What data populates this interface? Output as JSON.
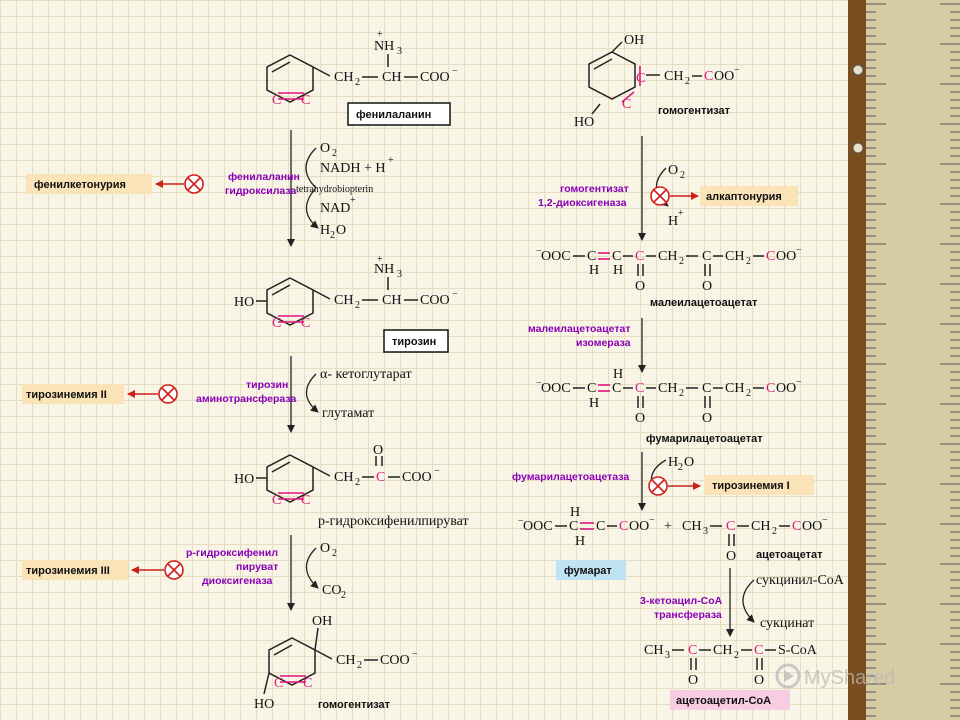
{
  "compounds": {
    "phenylalanine": "фенилаланин",
    "tyrosine": "тирозин",
    "hydroxyphenylpyruvate": "р-гидроксифенилпируват",
    "homogentisate": "гомогентизат",
    "maleylacetoacetate": "малеилацетоацетат",
    "fumarylacetoacetate": "фумарилацетоацетат",
    "fumarate": "фумарат",
    "acetoacetate": "ацетоацетат",
    "acetoacetyl_coa": "ацетоацетил-CoA"
  },
  "enzymes": {
    "phe_hydroxylase_1": "фенилаланин",
    "phe_hydroxylase_2": "гидроксилаза",
    "tyr_aminotransferase_1": "тирозин",
    "tyr_aminotransferase_2": "аминотрансфераза",
    "hpp_dioxygenase_1": "р-гидроксифенил",
    "hpp_dioxygenase_2": "пируват",
    "hpp_dioxygenase_3": "диоксигеназа",
    "hga_dioxygenase_1": "гомогентизат",
    "hga_dioxygenase_2": "1,2-диоксигеназа",
    "maa_isomerase_1": "малеилацетоацетат",
    "maa_isomerase_2": "изомераза",
    "faa_hydrolase": "фумарилацетоацетаза",
    "ketoacyl_transferase_1": "3-кетоацил-CoA",
    "ketoacyl_transferase_2": "трансфераза"
  },
  "diseases": {
    "phenylketonuria": "фенилкетонурия",
    "tyrosinemia_2": "тирозинемия II",
    "tyrosinemia_3": "тирозинемия III",
    "alkaptonuria": "алкаптонурия",
    "tyrosinemia_1": "тирозинемия I"
  },
  "cofactors": {
    "o2": "O",
    "o2_sub": "2",
    "nadh": "NADH + H",
    "bh4": "tetrahydrobiopterin",
    "nad": "NAD",
    "h2o_h": "H",
    "h2o_sub": "2",
    "h2o_o": "O",
    "akg": "α- кетоглутарат",
    "glutamate": "глутамат",
    "co2": "CO",
    "co2_sub": "2",
    "hplus": "H",
    "succinyl_coa": "сукцинил-CoA",
    "succinate": "сукцинат"
  },
  "watermark": "MyShared",
  "colors": {
    "enzyme": "#8a00b8",
    "highlight_bond": "#e0157a",
    "inhibition": "#d0201a",
    "disease_box": "#fbe3b8",
    "fumarate_box": "#bfe3f3",
    "acetoacetyl_box": "#f7cde4"
  }
}
